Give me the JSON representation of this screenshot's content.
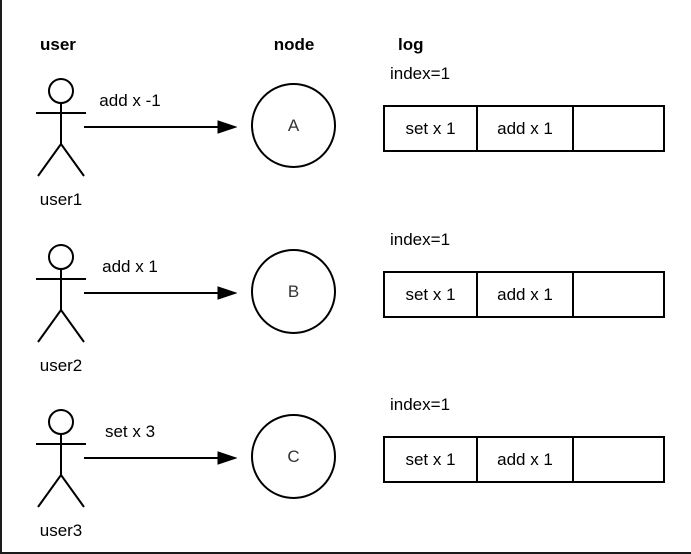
{
  "colors": {
    "background": "#ffffff",
    "stroke": "#000000",
    "text": "#000000"
  },
  "headers": {
    "user": "user",
    "node": "node",
    "log": "log"
  },
  "icons": {
    "actor": "stick-figure-actor-icon",
    "arrow": "right-arrow-icon"
  },
  "rows": [
    {
      "user_label": "user1",
      "message": "add x -1",
      "node_label": "A",
      "log": {
        "index_label": "index=1",
        "cells": [
          "set x 1",
          "add x 1",
          ""
        ]
      }
    },
    {
      "user_label": "user2",
      "message": "add x 1",
      "node_label": "B",
      "log": {
        "index_label": "index=1",
        "cells": [
          "set x 1",
          "add x 1",
          ""
        ]
      }
    },
    {
      "user_label": "user3",
      "message": "set x 3",
      "node_label": "C",
      "log": {
        "index_label": "index=1",
        "cells": [
          "set x 1",
          "add x 1",
          ""
        ]
      }
    }
  ]
}
